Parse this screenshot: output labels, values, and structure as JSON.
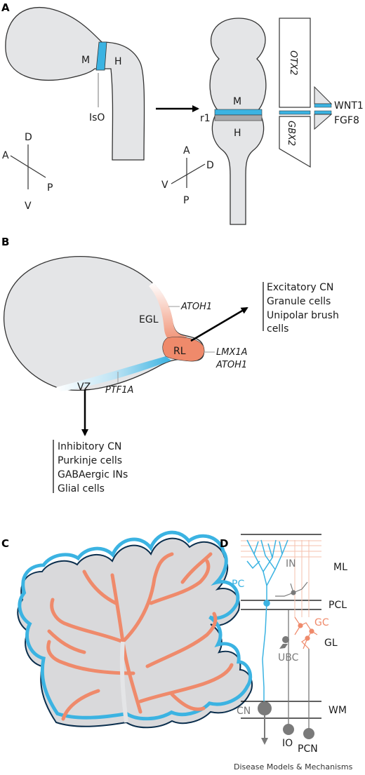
{
  "panels": {
    "a": "A",
    "b": "B",
    "c": "C",
    "d": "D"
  },
  "panel_a": {
    "embryo_m": "M",
    "embryo_h": "H",
    "iso": "IsO",
    "axis1": {
      "d": "D",
      "a": "A",
      "p": "P",
      "v": "V"
    },
    "tube_m": "M",
    "tube_h": "H",
    "r1": "r1",
    "axis2": {
      "a": "A",
      "d": "D",
      "v": "V",
      "p": "P"
    },
    "gene_otx2": "OTX2",
    "gene_gbx2": "GBX2",
    "wnt1": "WNT1",
    "fgf8": "FGF8"
  },
  "panel_b": {
    "egl": "EGL",
    "rl": "RL",
    "vz": "VZ",
    "atoh1_top": "ATOH1",
    "lmx1a": "LMX1A",
    "atoh1_bottom": "ATOH1",
    "ptf1a": "PTF1A",
    "rl_fates": [
      "Excitatory CN",
      "Granule cells",
      "Unipolar brush",
      "cells"
    ],
    "vz_fates": [
      "Inhibitory CN",
      "Purkinje cells",
      "GABAergic INs",
      "Glial cells"
    ]
  },
  "panel_d": {
    "pc": "PC",
    "in": "IN",
    "gc": "GC",
    "ubc": "UBC",
    "cn": "CN",
    "io": "IO",
    "pcn": "PCN",
    "ml": "ML",
    "pcl": "PCL",
    "gl": "GL",
    "wm": "WM"
  },
  "credit": "Disease Models & Mechanisms",
  "colors": {
    "blue": "#3bb3e2",
    "salmon": "#ef8a6b",
    "gray_fill": "#e4e5e7",
    "dark_gray": "#7a7a7a",
    "tissue": "#d9d9db"
  }
}
